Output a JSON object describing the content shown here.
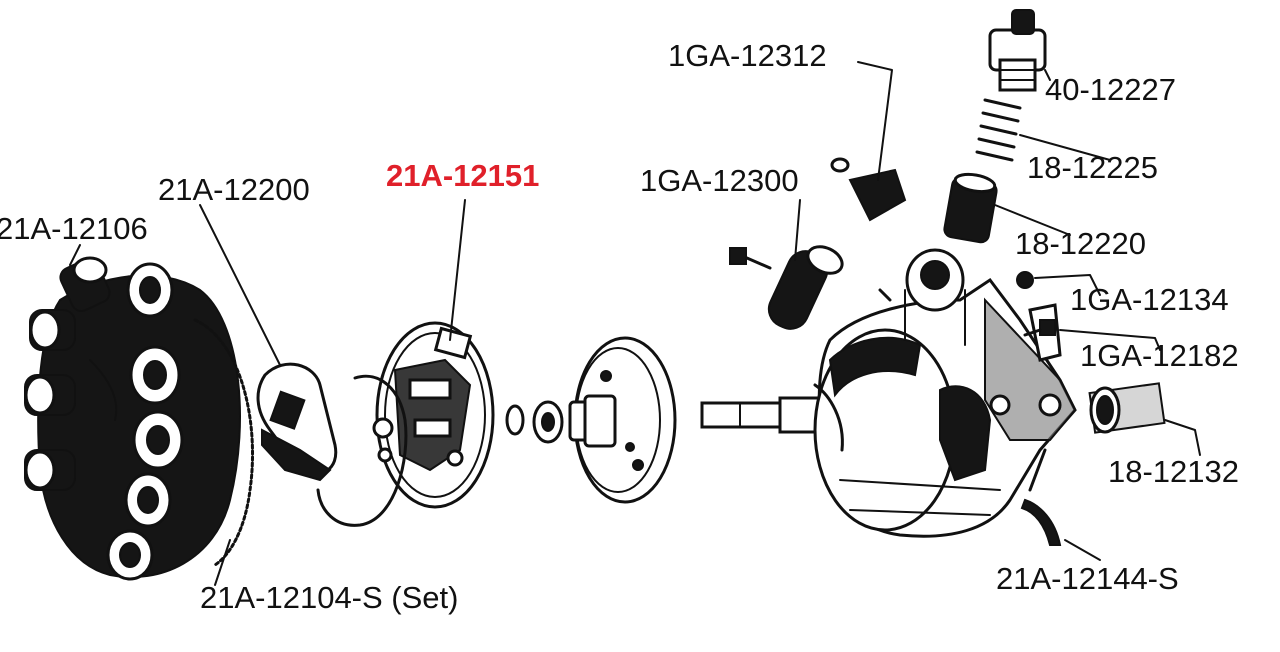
{
  "diagram": {
    "labels": {
      "p21A_12106": "21A-12106",
      "p21A_12200": "21A-12200",
      "p21A_12151": "21A-12151",
      "p1GA_12300": "1GA-12300",
      "p1GA_12312": "1GA-12312",
      "p40_12227": "40-12227",
      "p18_12225": "18-12225",
      "p18_12220": "18-12220",
      "p1GA_12134": "1GA-12134",
      "p1GA_12182": "1GA-12182",
      "p18_12132": "18-12132",
      "p21A_12144_S": "21A-12144-S",
      "p21A_12104_S": "21A-12104-S (Set)"
    },
    "colors": {
      "highlight": "#e0202a",
      "ink": "#111111"
    }
  }
}
